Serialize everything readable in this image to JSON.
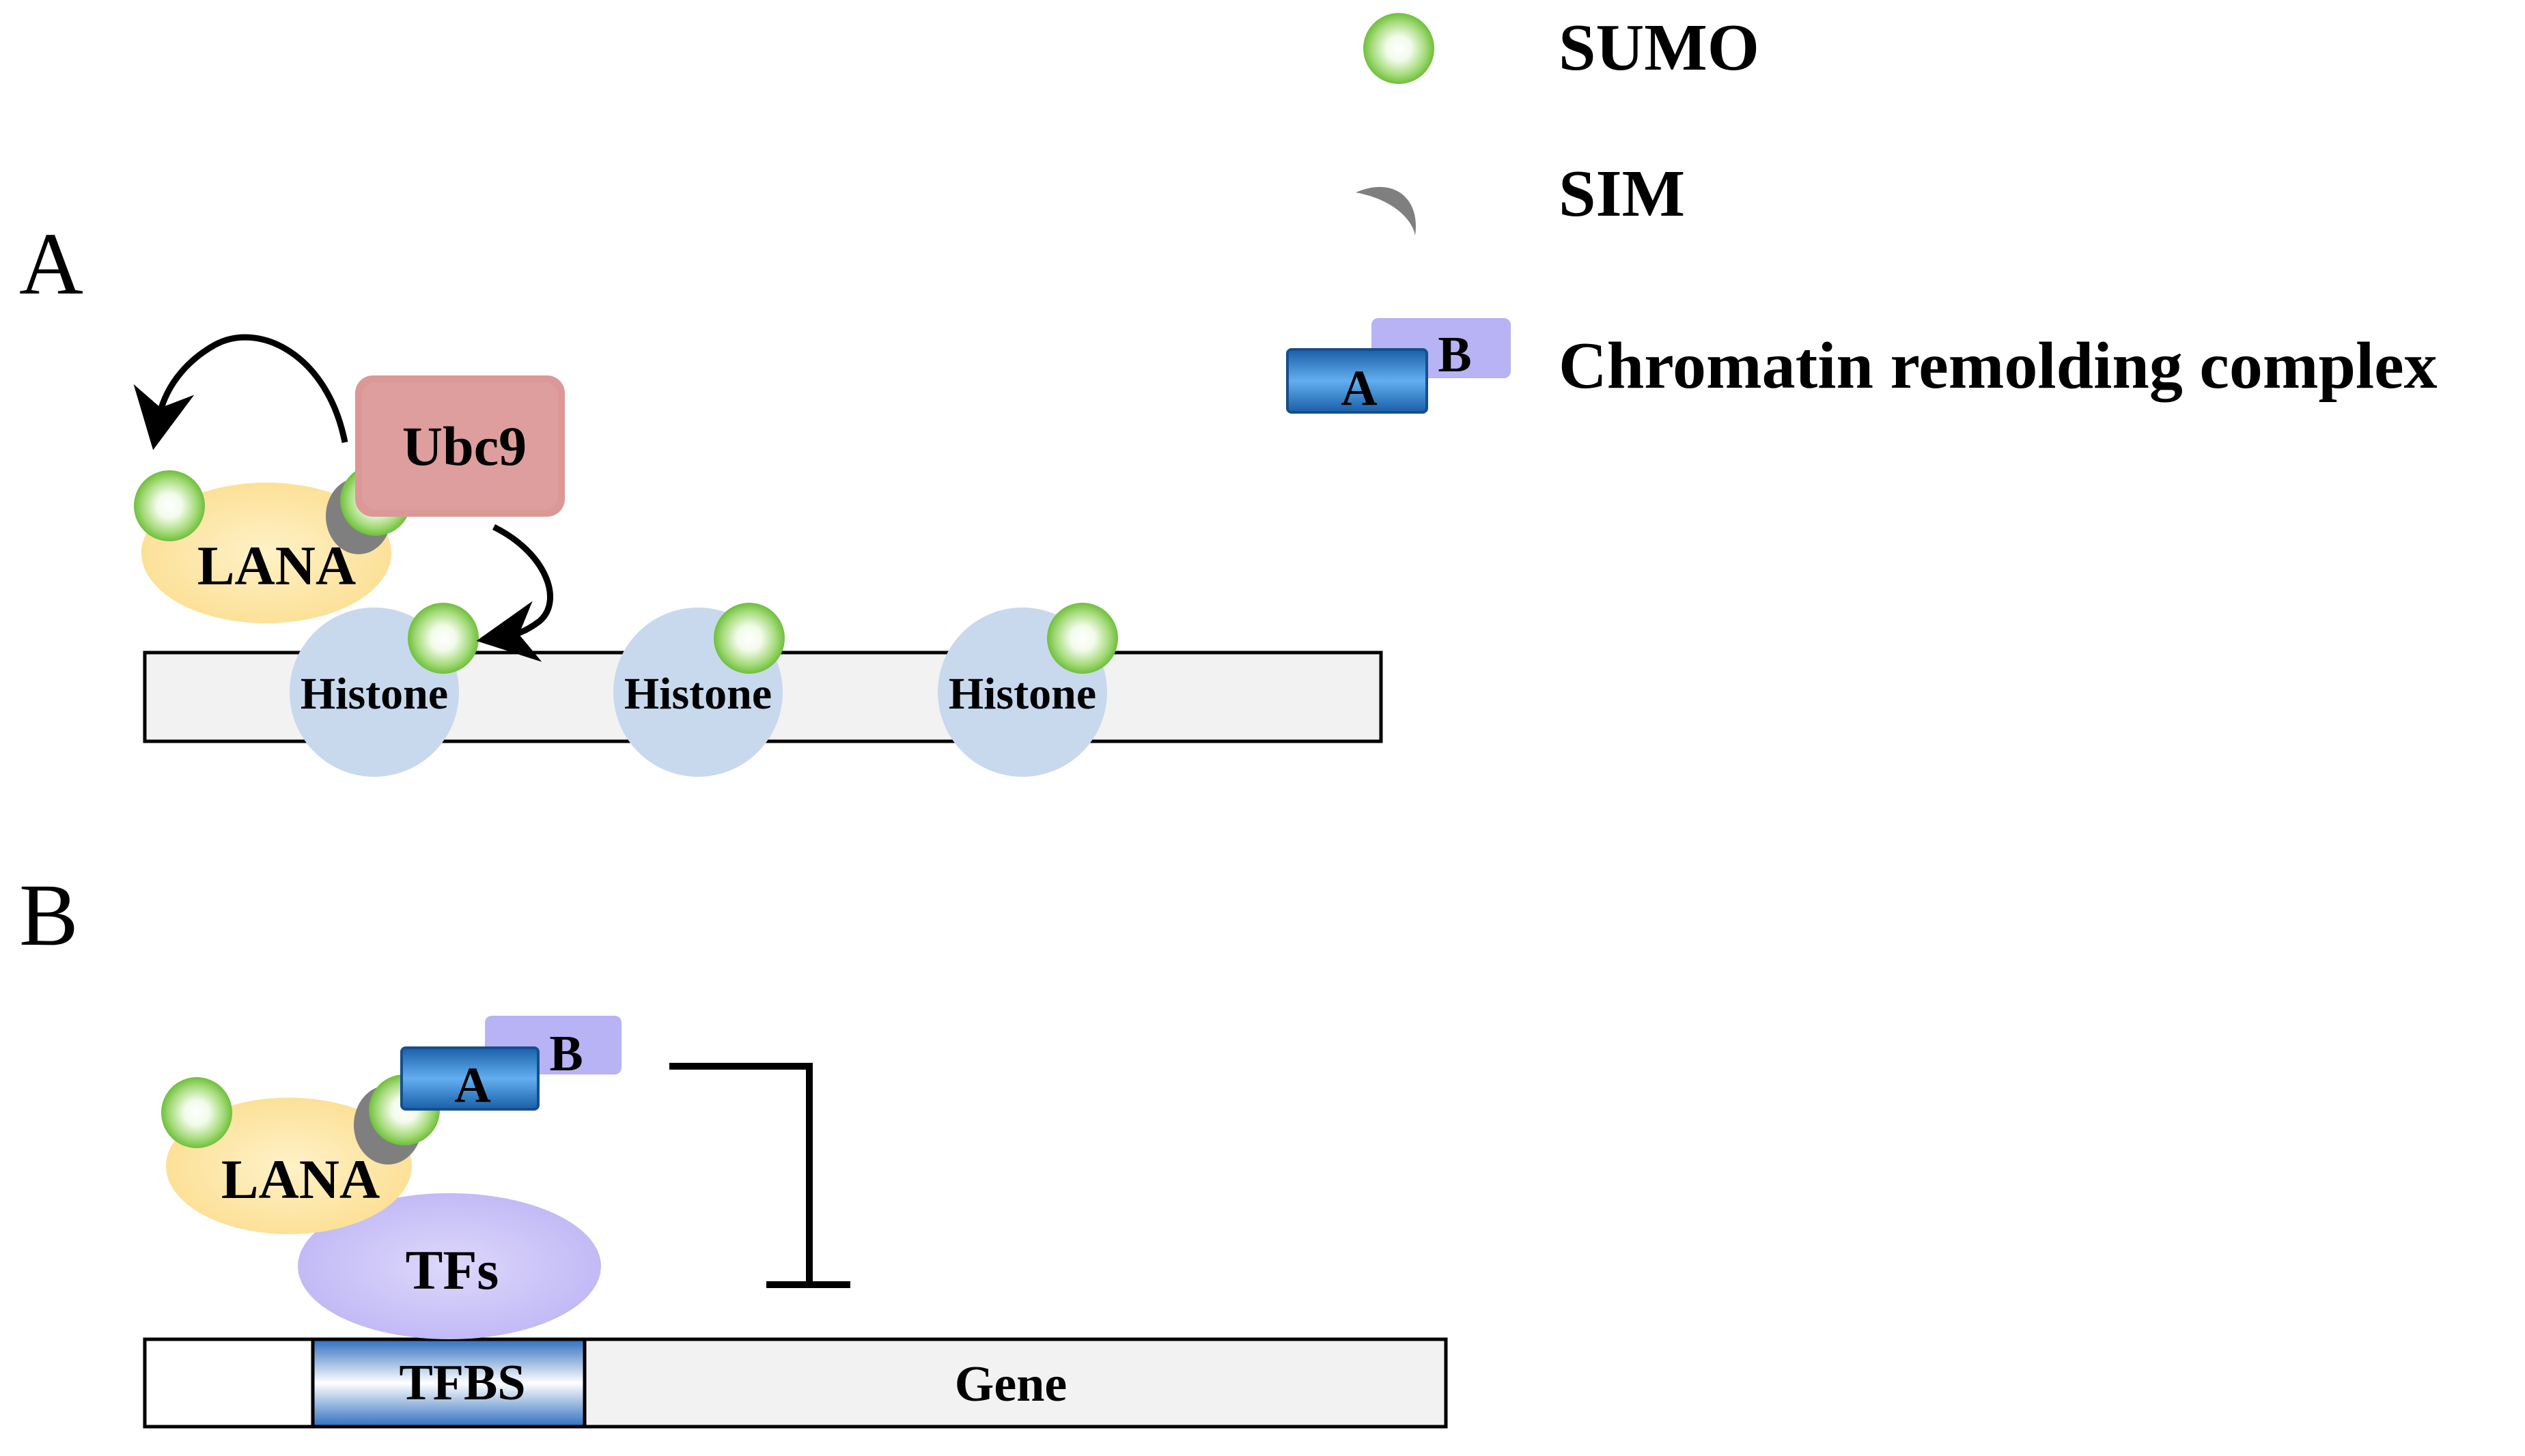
{
  "legend": {
    "sumo_label": "SUMO",
    "sim_label": "SIM",
    "complex_label": "Chromatin remolding complex",
    "complex_a": "A",
    "complex_b": "B"
  },
  "panel_a": {
    "letter": "A",
    "ubc9": "Ubc9",
    "lana": "LANA",
    "histones": [
      "Histone",
      "Histone",
      "Histone"
    ]
  },
  "panel_b": {
    "letter": "B",
    "lana": "LANA",
    "complex_a": "A",
    "complex_b": "B",
    "tfs": "TFs",
    "tfbs": "TFBS",
    "gene": "Gene"
  },
  "colors": {
    "sumo_center": "#ffffff",
    "sumo_edge": "#7cc84a",
    "sim": "#7f7f7f",
    "lana": "#fde7a4",
    "ubc9": "#dc9797",
    "histone": "#c8d9ee",
    "dna": "#f2f2f2",
    "complex_a": "#1f73c2",
    "complex_b": "#b7b3f5",
    "tfs": "#c7bff7",
    "tfbs": "#2a6bbd"
  }
}
